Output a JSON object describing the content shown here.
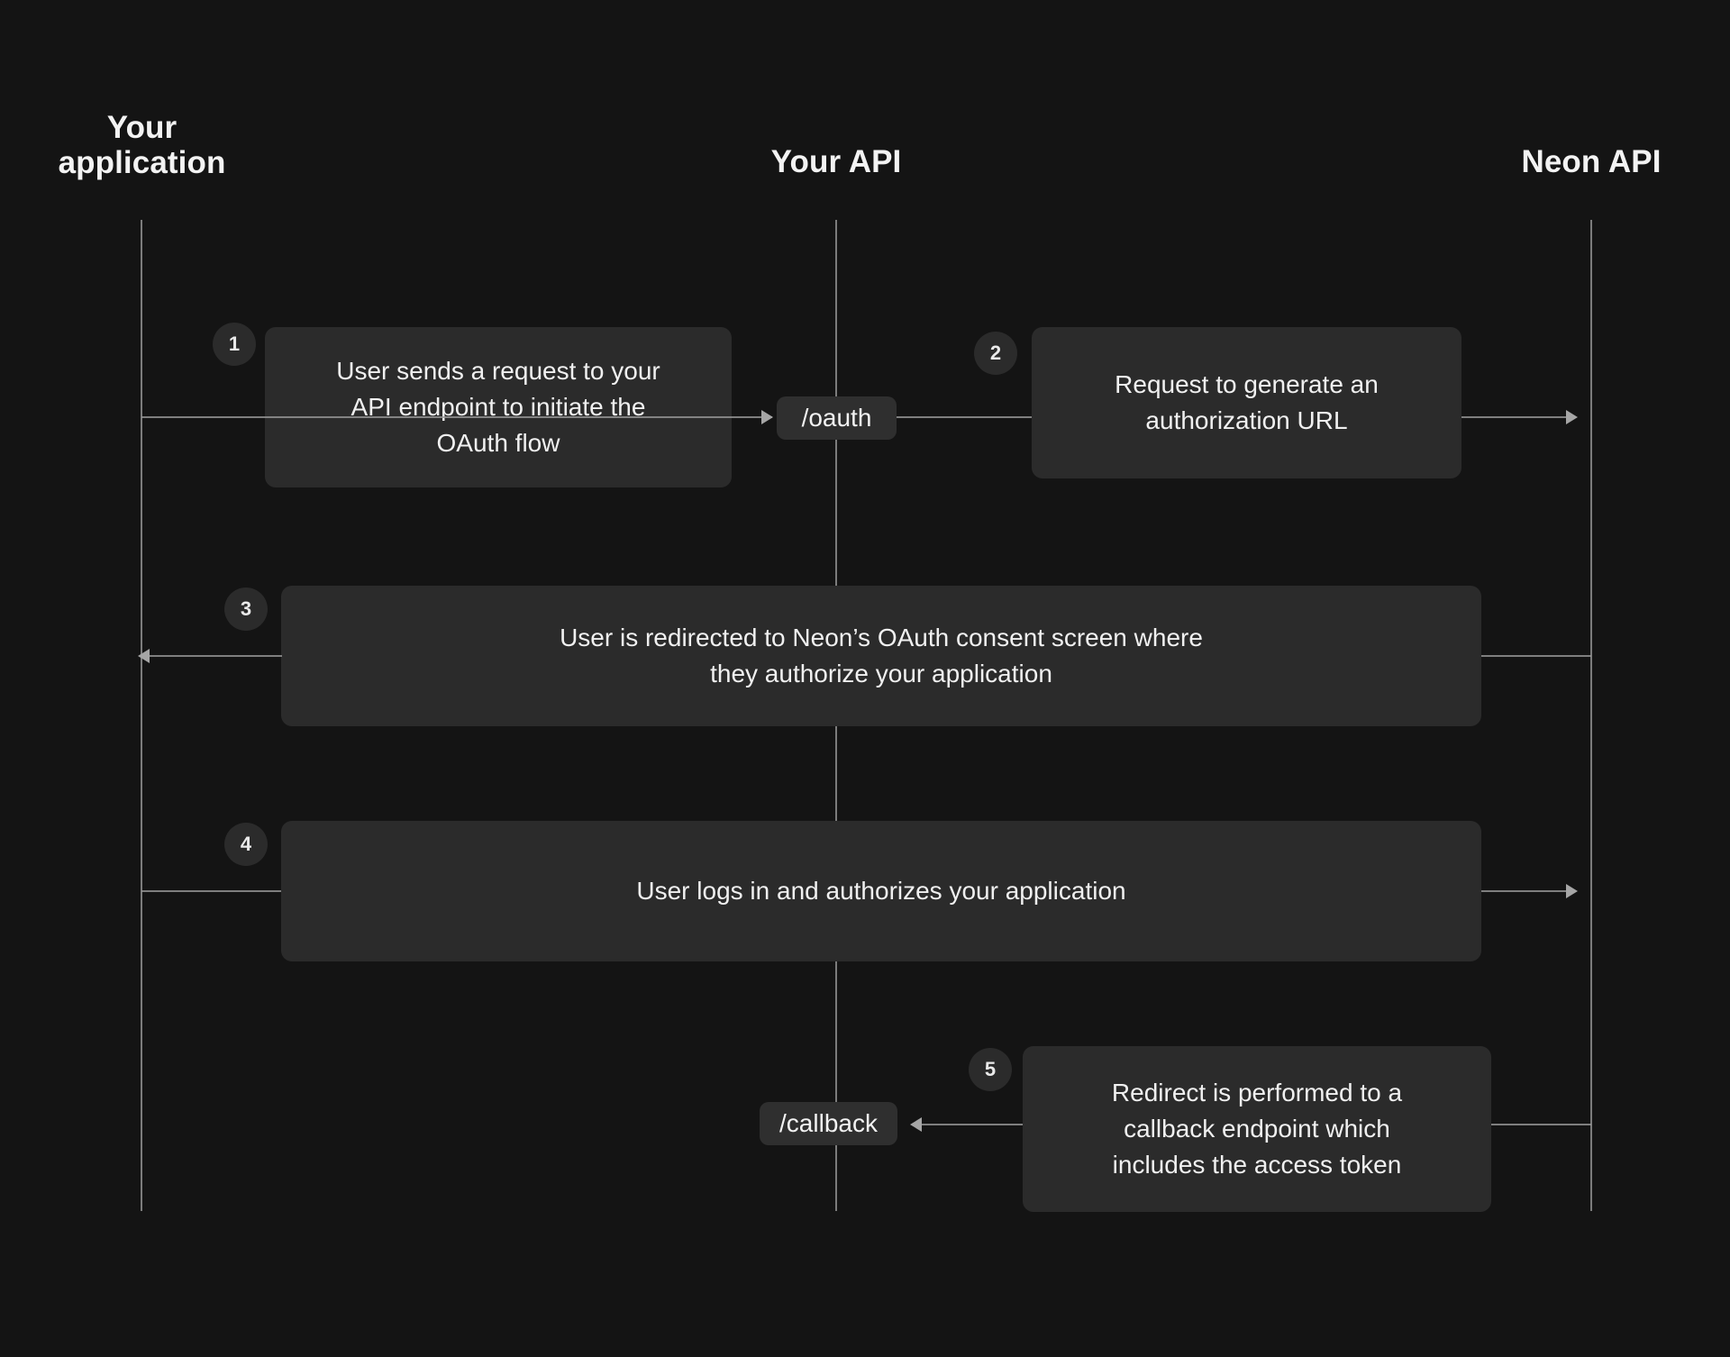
{
  "diagram": {
    "title": "Neon OAuth flow sequence diagram",
    "background_color": "#141414",
    "box_color": "#2b2b2b",
    "pill_color": "#2f2f2f",
    "line_color": "#9a9a9a",
    "text_color": "#f0f0f0"
  },
  "lanes": [
    {
      "id": "your-application",
      "label": "Your\napplication"
    },
    {
      "id": "your-api",
      "label": "Your API"
    },
    {
      "id": "neon-api",
      "label": "Neon API"
    }
  ],
  "steps": [
    {
      "number": "1",
      "text": "User sends a request to your\nAPI endpoint to initiate the\nOAuth flow",
      "from": "your-application",
      "to": "your-api"
    },
    {
      "number": "2",
      "text": "Request to generate an\nauthorization URL",
      "from": "your-api",
      "to": "neon-api"
    },
    {
      "number": "3",
      "text": "User is redirected to Neon’s OAuth consent screen where\nthey authorize your application",
      "from": "neon-api",
      "to": "your-application"
    },
    {
      "number": "4",
      "text": "User logs in and authorizes your application",
      "from": "your-application",
      "to": "neon-api"
    },
    {
      "number": "5",
      "text": "Redirect is performed to a\ncallback endpoint which\nincludes the access token",
      "from": "neon-api",
      "to": "your-api"
    }
  ],
  "endpoints": [
    {
      "id": "oauth-endpoint",
      "label": "/oauth"
    },
    {
      "id": "callback-endpoint",
      "label": "/callback"
    }
  ]
}
